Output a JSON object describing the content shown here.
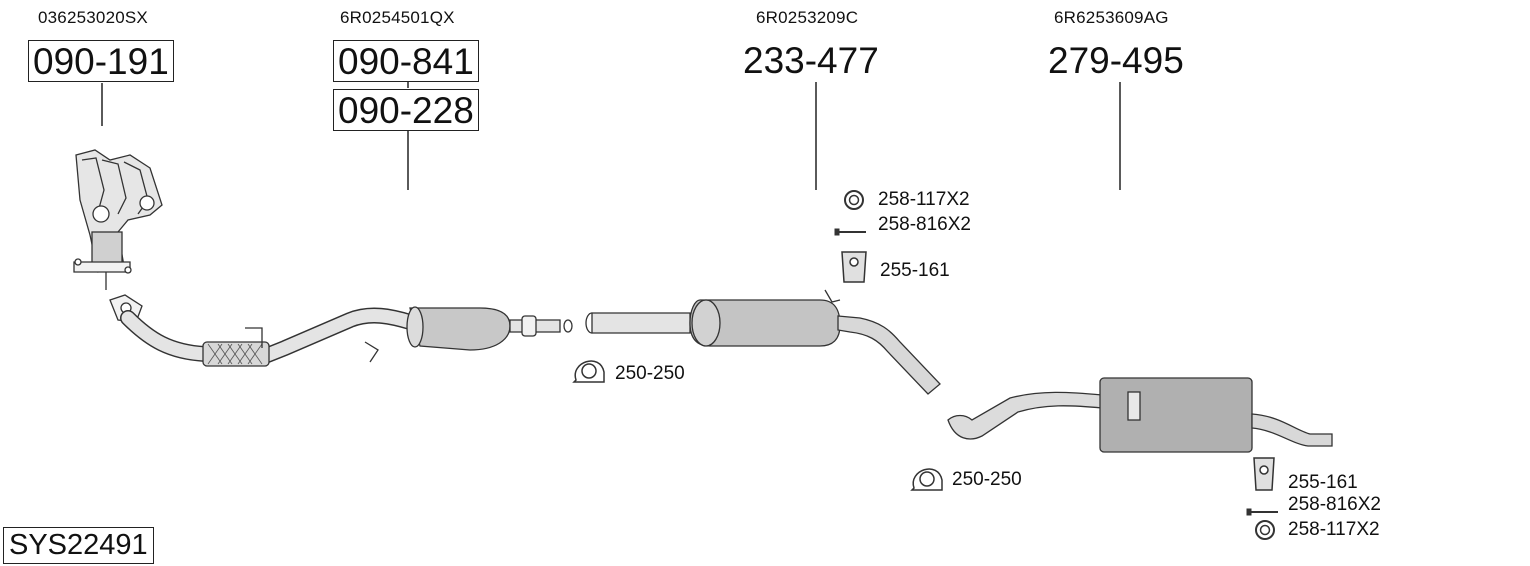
{
  "oem_numbers": {
    "manifold": "036253020SX",
    "catalyst": "6R0254501QX",
    "center_silencer": "6R0253209C",
    "rear_silencer": "6R6253609AG"
  },
  "part_numbers": {
    "manifold": "090-191",
    "catalyst": "090-841",
    "catalyst_alt": "090-228",
    "center_silencer": "233-477",
    "rear_silencer": "279-495"
  },
  "accessories": {
    "center_ring": "258-117X2",
    "center_bolt": "258-816X2",
    "center_hanger": "255-161",
    "clamp_front": "250-250",
    "clamp_rear": "250-250",
    "rear_hanger": "255-161",
    "rear_bolt": "258-816X2",
    "rear_ring": "258-117X2"
  },
  "system_code": "SYS22491",
  "colors": {
    "line": "#222222",
    "muffler": "#b4b4b4",
    "pipe": "#d8d8d8"
  }
}
